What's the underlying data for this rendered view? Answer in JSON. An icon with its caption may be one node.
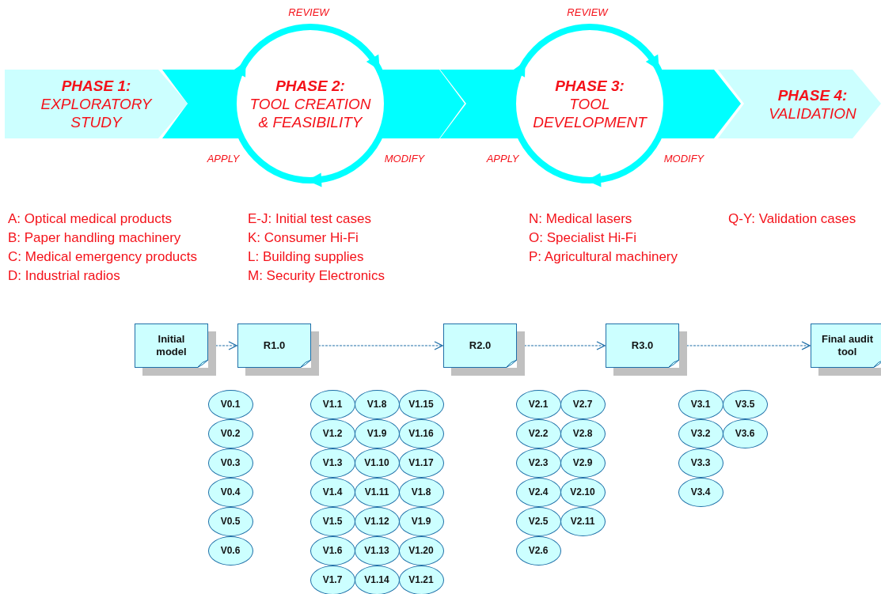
{
  "diagram": {
    "nodes": [
      {
        "text": [
          "PHASE 1:",
          "EXPLORATORY STUDY"
        ]
      },
      {
        "text": [
          "PHASE 2:",
          "TOOL CREATION & FEASIBILITY"
        ]
      },
      {
        "text": [
          "PHASE 3:",
          "TOOL DEVELOPMENT"
        ]
      },
      {
        "text": [
          "PHASE 4:",
          "VALIDATION"
        ]
      },
      {
        "text": [
          "Initial model"
        ]
      },
      {
        "text": [
          "R1.0"
        ]
      },
      {
        "text": [
          "R2.0"
        ]
      },
      {
        "text": [
          "R3.0"
        ]
      },
      {
        "text": [
          "Final audit tool"
        ]
      },
      {
        "text": [
          "V0.1"
        ]
      },
      {
        "text": [
          "V0.2"
        ]
      },
      {
        "text": [
          "V0.3"
        ]
      },
      {
        "text": [
          "V0.4"
        ]
      },
      {
        "text": [
          "V0.5"
        ]
      },
      {
        "text": [
          "V0.6"
        ]
      },
      {
        "text": [
          "V1.1"
        ]
      },
      {
        "text": [
          "V1.2"
        ]
      },
      {
        "text": [
          "V1.3"
        ]
      },
      {
        "text": [
          "V1.4"
        ]
      },
      {
        "text": [
          "V1.5"
        ]
      },
      {
        "text": [
          "V1.6"
        ]
      },
      {
        "text": [
          "V1.7"
        ]
      },
      {
        "text": [
          "V1.8"
        ]
      },
      {
        "text": [
          "V1.9"
        ]
      },
      {
        "text": [
          "V1.10"
        ]
      },
      {
        "text": [
          "V1.11"
        ]
      },
      {
        "text": [
          "V1.12"
        ]
      },
      {
        "text": [
          "V1.13"
        ]
      },
      {
        "text": [
          "V1.14"
        ]
      },
      {
        "text": [
          "V1.15"
        ]
      },
      {
        "text": [
          "V1.16"
        ]
      },
      {
        "text": [
          "V1.17"
        ]
      },
      {
        "text": [
          "V1.8"
        ]
      },
      {
        "text": [
          "V1.9"
        ]
      },
      {
        "text": [
          "V1.20"
        ]
      },
      {
        "text": [
          "V1.21"
        ]
      },
      {
        "text": [
          "V2.1"
        ]
      },
      {
        "text": [
          "V2.2"
        ]
      },
      {
        "text": [
          "V2.3"
        ]
      },
      {
        "text": [
          "V2.4"
        ]
      },
      {
        "text": [
          "V2.5"
        ]
      },
      {
        "text": [
          "V2.6"
        ]
      },
      {
        "text": [
          "V2.7"
        ]
      },
      {
        "text": [
          "V2.8"
        ]
      },
      {
        "text": [
          "V2.9"
        ]
      },
      {
        "text": [
          "V2.10"
        ]
      },
      {
        "text": [
          "V2.11"
        ]
      },
      {
        "text": [
          "V3.1"
        ]
      },
      {
        "text": [
          "V3.2"
        ]
      },
      {
        "text": [
          "V3.3"
        ]
      },
      {
        "text": [
          "V3.4"
        ]
      },
      {
        "text": [
          "V3.5"
        ]
      },
      {
        "text": [
          "V3.6"
        ]
      }
    ],
    "edges": [
      {
        "from": 4,
        "to": 5,
        "arrow": "to",
        "style": "dashed"
      },
      {
        "from": 5,
        "to": 6,
        "arrow": "to",
        "style": "dashed"
      },
      {
        "from": 6,
        "to": 7,
        "arrow": "to",
        "style": "dashed"
      },
      {
        "from": 7,
        "to": 8,
        "arrow": "to",
        "style": "dashed"
      }
    ],
    "labels": [
      "REVIEW",
      "APPLY",
      "MODIFY",
      "REVIEW",
      "APPLY",
      "MODIFY",
      "A: Optical medical products",
      "B: Paper handling machinery",
      "C: Medical emergency products",
      "D: Industrial radios",
      "E-J: Initial test cases",
      "K: Consumer Hi-Fi",
      "L: Building supplies",
      "M: Security Electronics",
      "N: Medical lasers",
      "O: Specialist Hi-Fi",
      "P: Agricultural machinery",
      "Q-Y: Validation cases"
    ]
  }
}
